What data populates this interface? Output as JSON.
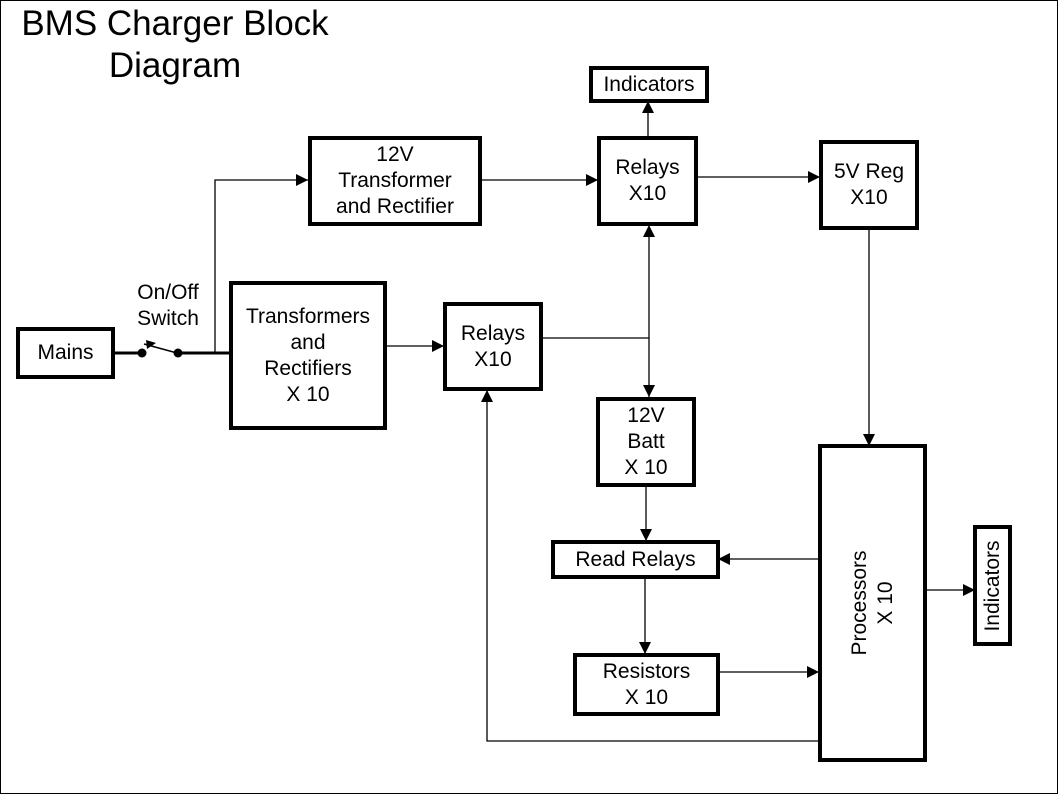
{
  "title": "BMS Charger Block\nDiagram",
  "switch_label": "On/Off\nSwitch",
  "blocks": {
    "mains": "Mains",
    "transformers_rectifiers": "Transformers\nand\nRectifiers\nX 10",
    "transformer_12v": "12V\nTransformer\nand Rectifier",
    "relays_lower": "Relays\nX10",
    "relays_upper": "Relays\nX10",
    "indicators_top": "Indicators",
    "reg_5v": "5V Reg\nX10",
    "batt_12v": "12V\nBatt\nX 10",
    "read_relays": "Read Relays",
    "resistors": "Resistors\nX 10",
    "processors": "Processors\nX 10",
    "indicators_right": "Indicators"
  },
  "connections": [
    {
      "from": "Mains",
      "to": "On/Off Switch"
    },
    {
      "from": "On/Off Switch",
      "to": "Transformers and Rectifiers X 10"
    },
    {
      "from": "On/Off Switch",
      "to": "12V Transformer and Rectifier"
    },
    {
      "from": "12V Transformer and Rectifier",
      "to": "Relays X10 (upper)"
    },
    {
      "from": "Relays X10 (upper)",
      "to": "Indicators (top)"
    },
    {
      "from": "Relays X10 (upper)",
      "to": "5V Reg X10"
    },
    {
      "from": "Transformers and Rectifiers X 10",
      "to": "Relays X10 (lower)"
    },
    {
      "from": "Relays X10 (lower)",
      "to": "Relays X10 (upper)"
    },
    {
      "from": "Relays X10 (lower)",
      "to": "12V Batt X 10"
    },
    {
      "from": "5V Reg X10",
      "to": "Processors X 10"
    },
    {
      "from": "12V Batt X 10",
      "to": "Read Relays"
    },
    {
      "from": "Processors X 10",
      "to": "Read Relays"
    },
    {
      "from": "Read Relays",
      "to": "Resistors X 10"
    },
    {
      "from": "Resistors X 10",
      "to": "Processors X 10"
    },
    {
      "from": "Processors X 10",
      "to": "Relays X10 (lower)"
    },
    {
      "from": "Processors X 10",
      "to": "Indicators (right)"
    }
  ]
}
